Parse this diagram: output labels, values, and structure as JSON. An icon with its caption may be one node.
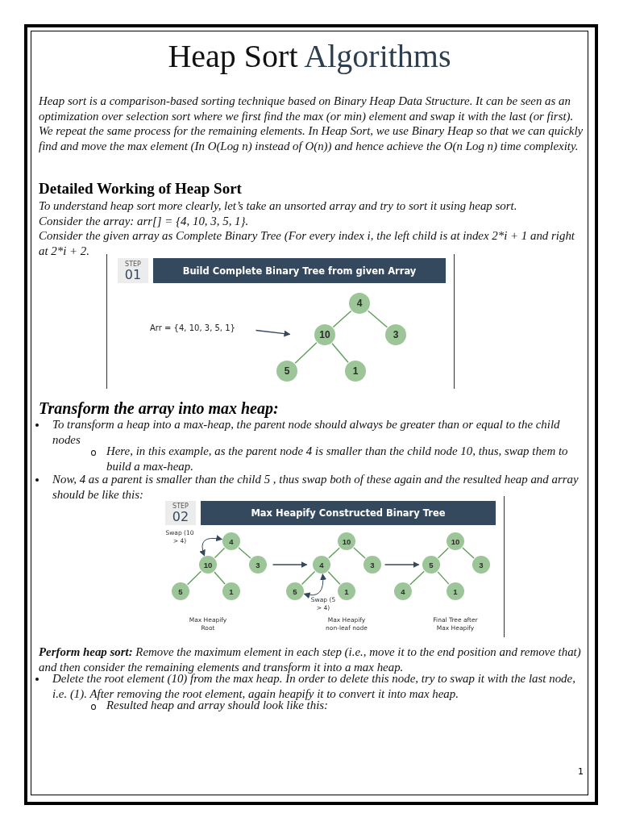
{
  "diagram": {
    "title": "Heap Sort Algorithms",
    "nodes": [
      {
        "text": [
          "STEP",
          "01",
          "Build Complete Binary Tree from given Array"
        ]
      },
      {
        "text": [
          "Arr = {4, 10, 3, 5, 1}"
        ]
      },
      {
        "text": [
          "4"
        ]
      },
      {
        "text": [
          "10"
        ]
      },
      {
        "text": [
          "3"
        ]
      },
      {
        "text": [
          "5"
        ]
      },
      {
        "text": [
          "1"
        ]
      },
      {
        "text": [
          "STEP",
          "02",
          "Max Heapify Constructed Binary Tree"
        ]
      },
      {
        "text": [
          "4"
        ]
      },
      {
        "text": [
          "10"
        ]
      },
      {
        "text": [
          "3"
        ]
      },
      {
        "text": [
          "5"
        ]
      },
      {
        "text": [
          "1"
        ]
      },
      {
        "text": [
          "10"
        ]
      },
      {
        "text": [
          "4"
        ]
      },
      {
        "text": [
          "3"
        ]
      },
      {
        "text": [
          "5"
        ]
      },
      {
        "text": [
          "1"
        ]
      },
      {
        "text": [
          "10"
        ]
      },
      {
        "text": [
          "5"
        ]
      },
      {
        "text": [
          "3"
        ]
      },
      {
        "text": [
          "4"
        ]
      },
      {
        "text": [
          "1"
        ]
      }
    ],
    "edges": [
      {
        "from": 1,
        "to": 3,
        "arrow": "to",
        "color": "#34495e"
      },
      {
        "from": 2,
        "to": 3,
        "arrow": "none"
      },
      {
        "from": 2,
        "to": 4,
        "arrow": "none"
      },
      {
        "from": 3,
        "to": 5,
        "arrow": "none"
      },
      {
        "from": 3,
        "to": 6,
        "arrow": "none"
      },
      {
        "from": 8,
        "to": 9,
        "arrow": "both",
        "label": "Swap (10 > 4)",
        "color": "#34495e"
      },
      {
        "from": 8,
        "to": 9,
        "arrow": "none"
      },
      {
        "from": 8,
        "to": 10,
        "arrow": "none"
      },
      {
        "from": 9,
        "to": 11,
        "arrow": "none"
      },
      {
        "from": 9,
        "to": 12,
        "arrow": "none"
      },
      {
        "from": 10,
        "to": 14,
        "arrow": "to",
        "color": "#34495e"
      },
      {
        "from": 13,
        "to": 14,
        "arrow": "none"
      },
      {
        "from": 13,
        "to": 15,
        "arrow": "none"
      },
      {
        "from": 14,
        "to": 16,
        "arrow": "none"
      },
      {
        "from": 14,
        "to": 17,
        "arrow": "none"
      },
      {
        "from": 16,
        "to": 14,
        "arrow": "both",
        "label": "Swap (5 > 4)",
        "color": "#34495e"
      },
      {
        "from": 15,
        "to": 19,
        "arrow": "to",
        "color": "#34495e"
      },
      {
        "from": 18,
        "to": 19,
        "arrow": "none"
      },
      {
        "from": 18,
        "to": 20,
        "arrow": "none"
      },
      {
        "from": 19,
        "to": 21,
        "arrow": "none"
      },
      {
        "from": 19,
        "to": 22,
        "arrow": "none"
      }
    ],
    "labels": [
      "Heap sort is a comparison-based sorting technique based on Binary Heap Data Structure. It can be seen as an optimization over selection sort where we first find the max (or min) element and swap it with the last (or first). We repeat the same process for the remaining elements. In Heap Sort, we use Binary Heap so that we can quickly find and move the max element (In O(Log n) instead of O(n)) and hence achieve the O(n Log n) time complexity.",
      "Detailed Working of Heap Sort",
      "To understand heap sort more clearly, let’s take an unsorted array and try to sort it using heap sort.",
      "Consider the array: arr[] = {4, 10, 3, 5, 1}.",
      "Consider the given array as Complete Binary Tree (For every index i, the left child is at index 2*i + 1 and right at 2*i + 2.",
      "Transform the array into max heap:",
      "To transform a heap into a max-heap, the parent node should always be greater than or equal to the child nodes",
      "Here, in this example, as the parent node 4 is smaller than the child node 10, thus, swap them to build a max-heap.",
      "Now, 4 as a parent is smaller than the child 5 , thus swap both of these again and the resulted heap and array should be like this:",
      "Max Heapify Root",
      "Max Heapify non-leaf node",
      "Final Tree after Max Heapify",
      "**Perform heap sort:** Remove the maximum element in each step (i.e., move it to the end position and remove that) and then consider the remaining elements and transform it into a max heap.",
      "Delete the root element (10) from the max heap. In order to delete this node, try to swap it with the last node, i.e. (1). After removing the root element, again heapify it to convert it into max heap.",
      "Resulted heap and array should look like this:",
      "1"
    ]
  }
}
